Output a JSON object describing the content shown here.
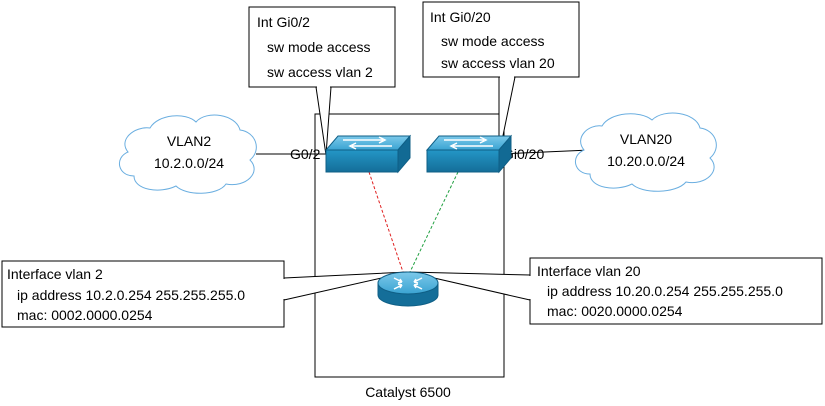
{
  "chassis": {
    "label": "Catalyst 6500"
  },
  "callouts": {
    "gi0_2": {
      "lines": [
        "Int Gi0/2",
        "sw mode access",
        "sw access vlan 2"
      ]
    },
    "gi0_20": {
      "lines": [
        "Int Gi0/20",
        "sw mode access",
        "sw access vlan 20"
      ]
    },
    "svi_vlan2": {
      "lines": [
        "Interface vlan 2",
        "ip address 10.2.0.254 255.255.255.0",
        "mac: 0002.0000.0254"
      ]
    },
    "svi_vlan20": {
      "lines": [
        "Interface vlan 20",
        "ip address 10.20.0.254 255.255.255.0",
        "mac: 0020.0000.0254"
      ]
    }
  },
  "clouds": {
    "vlan2": {
      "name": "VLAN2",
      "subnet": "10.2.0.0/24"
    },
    "vlan20": {
      "name": "VLAN20",
      "subnet": "10.20.0.0/24"
    }
  },
  "ports": {
    "left": "G0/2",
    "right": "Gi0/20"
  },
  "colors": {
    "device_fill": "#1a8fbf",
    "device_top": "#5cb8de",
    "link_vlan2": "#e02020",
    "link_vlan20": "#20a040"
  },
  "icons": {
    "switch": "switch-icon",
    "router": "router-icon",
    "cloud": "cloud-icon"
  }
}
